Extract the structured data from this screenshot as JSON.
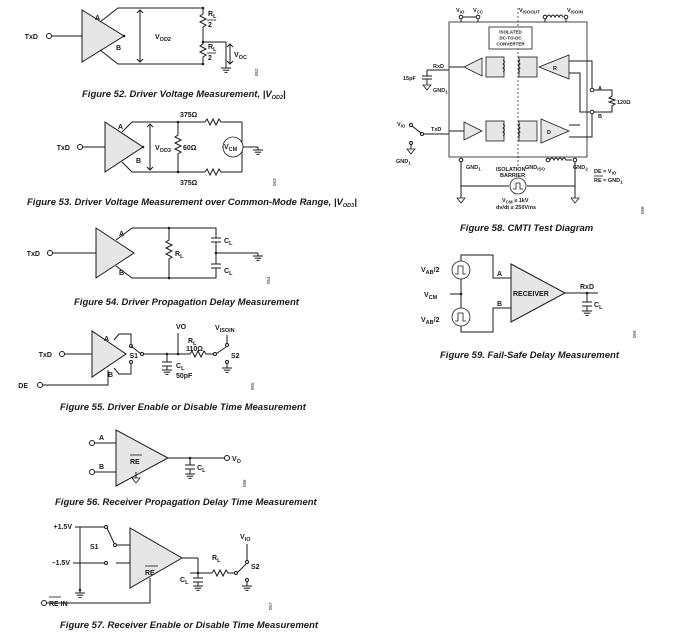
{
  "fig52": {
    "caption": "Figure 52. Driver Voltage Measurement, |V",
    "caption_sub": "OD2",
    "caption_end": "|",
    "txd": "TxD",
    "a": "A",
    "b": "B",
    "vod2": "V",
    "vod2_sub": "OD2",
    "rl": "R",
    "rl_sub": "L",
    "half": "2",
    "voc": "V",
    "voc_sub": "OC",
    "ref": "052"
  },
  "fig53": {
    "caption": "Figure 53. Driver Voltage Measurement over Common-Mode Range, |V",
    "caption_sub": "OD3",
    "caption_end": "|",
    "txd": "TxD",
    "a": "A",
    "b": "B",
    "vod3": "V",
    "vod3_sub": "OD3",
    "r1": "375Ω",
    "r2": "60Ω",
    "r3": "375Ω",
    "vcm": "V",
    "vcm_sub": "CM",
    "ref": "053"
  },
  "fig54": {
    "caption": "Figure 54. Driver Propagation Delay Measurement",
    "txd": "TxD",
    "a": "A",
    "b": "B",
    "rl": "R",
    "rl_sub": "L",
    "cl": "C",
    "cl_sub": "L",
    "ref": "054"
  },
  "fig55": {
    "caption": "Figure 55. Driver Enable or Disable Time Measurement",
    "txd": "TxD",
    "de": "DE",
    "a": "A",
    "b": "B",
    "vo": "VO",
    "visoin": "V",
    "visoin_sub": "ISOIN",
    "rl": "R",
    "rl_sub": "L",
    "rval": "110Ω",
    "s1": "S1",
    "s2": "S2",
    "cl": "C",
    "cl_sub": "L",
    "cval": "50pF",
    "ref": "055"
  },
  "fig56": {
    "caption": "Figure 56. Receiver Propagation Delay Time Measurement",
    "a": "A",
    "b": "B",
    "re": "RE",
    "cl": "C",
    "cl_sub": "L",
    "vo": "V",
    "vo_sub": "O",
    "ref": "056"
  },
  "fig57": {
    "caption": "Figure 57. Receiver Enable or Disable Time Measurement",
    "p15": "+1.5V",
    "m15": "–1.5V",
    "re_in": "RE IN",
    "s1": "S1",
    "s2": "S2",
    "re": "RE",
    "rl": "R",
    "rl_sub": "L",
    "cl": "C",
    "cl_sub": "L",
    "vio": "V",
    "vio_sub": "IO",
    "ref": "057"
  },
  "fig58": {
    "caption": "Figure 58. CMTI Test Diagram",
    "vio": "V",
    "vio_sub": "IO",
    "vcc": "V",
    "vcc_sub": "CC",
    "visoout": "V",
    "visoout_sub": "ISOOUT",
    "visoin": "V",
    "visoin_sub": "ISOIN",
    "conv1": "ISOLATED",
    "conv2": "DC-TO-DC",
    "conv3": "CONVERTER",
    "rxd": "RxD",
    "txd": "TxD",
    "cap": "15pF",
    "gnd1": "GND",
    "gnd1_sub": "1",
    "r": "R",
    "d": "D",
    "a": "A",
    "b": "B",
    "r120": "120Ω",
    "gndiso": "GND",
    "gndiso_sub": "ISO",
    "gnd2": "GND",
    "gnd2_sub": "2",
    "barrier1": "ISOLATION",
    "barrier2": "BARRIER",
    "de_note": "DE = V",
    "de_note_sub": "IO",
    "re_note": "RE",
    "re_note_end": " = GND",
    "re_note_sub": "1",
    "vcm_note": "V",
    "vcm_note_sub": "CM",
    "vcm_note_end": " ≥ 1kV",
    "dvdt_note": "dv/dt ≥ 250V/ns",
    "ref": "058"
  },
  "fig59": {
    "caption": "Figure 59. Fail-Safe Delay Measurement",
    "vab1": "V",
    "vab1_sub": "AB",
    "vab1_end": "/2",
    "vcm": "V",
    "vcm_sub": "CM",
    "vab2": "V",
    "vab2_sub": "AB",
    "vab2_end": "/2",
    "a": "A",
    "b": "B",
    "receiver": "RECEIVER",
    "rxd": "RxD",
    "cl": "C",
    "cl_sub": "L",
    "ref": "059"
  }
}
